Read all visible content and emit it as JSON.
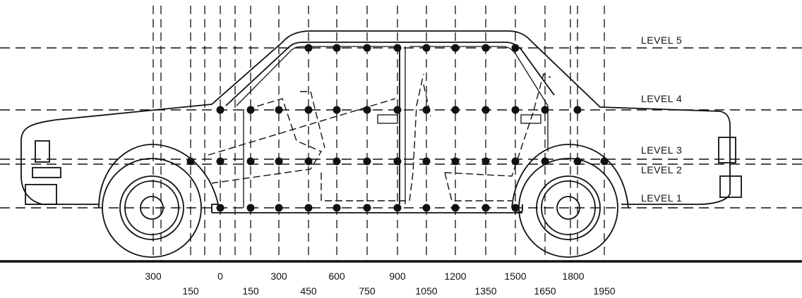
{
  "diagram": {
    "levels": [
      {
        "id": "5",
        "label": "LEVEL 5"
      },
      {
        "id": "4",
        "label": "LEVEL 4"
      },
      {
        "id": "3",
        "label": "LEVEL 3"
      },
      {
        "id": "2",
        "label": "LEVEL 2"
      },
      {
        "id": "1",
        "label": "LEVEL 1"
      }
    ],
    "ticks_row1": [
      "300",
      "0",
      "300",
      "600",
      "900",
      "1200",
      "1500",
      "1800"
    ],
    "ticks_row2": [
      "150",
      "150",
      "450",
      "750",
      "1050",
      "1350",
      "1650",
      "1950"
    ]
  }
}
